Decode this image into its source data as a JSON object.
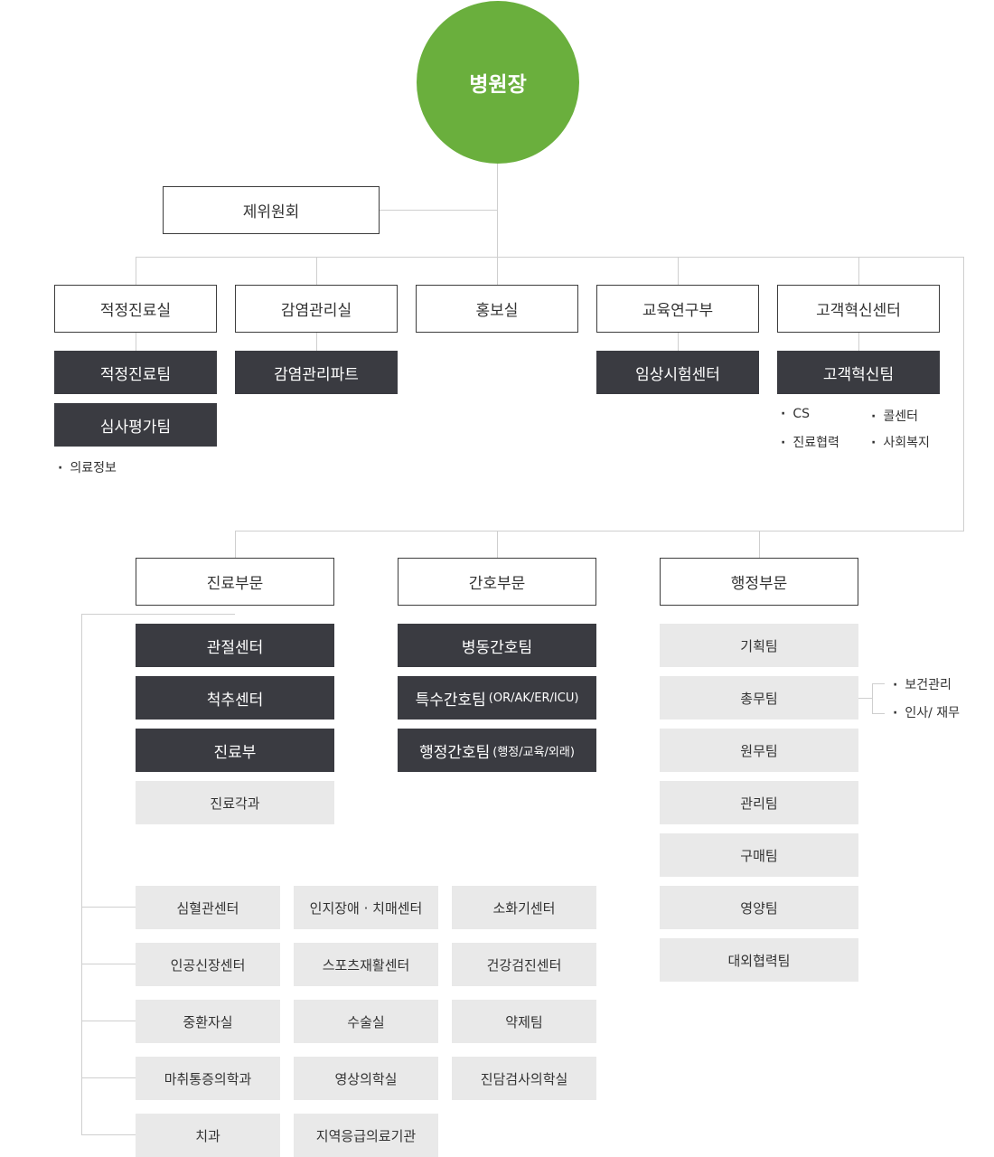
{
  "ceo": "병원장",
  "committee": "제위원회",
  "top_departments": [
    {
      "label": "적정진료실",
      "teams": [
        "적정진료팀",
        "심사평가팀"
      ],
      "notes": [
        "의료정보"
      ]
    },
    {
      "label": "감염관리실",
      "teams": [
        "감염관리파트"
      ]
    },
    {
      "label": "홍보실"
    },
    {
      "label": "교육연구부",
      "teams": [
        "임상시험센터"
      ]
    },
    {
      "label": "고객혁신센터",
      "teams": [
        "고객혁신팀"
      ],
      "notes": [
        "CS",
        "콜센터",
        "진료협력",
        "사회복지"
      ]
    }
  ],
  "divisions": [
    {
      "label": "진료부문",
      "teams": [
        "관절센터",
        "척추센터",
        "진료부"
      ],
      "sub": [
        "진료각과"
      ]
    },
    {
      "label": "간호부문",
      "teams": [
        {
          "label": "병동간호팀"
        },
        {
          "label": "특수간호팀",
          "detail": "(OR/AK/ER/ICU)"
        },
        {
          "label": "행정간호팀",
          "detail": "(행정/교육/외래)"
        }
      ]
    },
    {
      "label": "행정부문",
      "teams": [
        "기획팀",
        "총무팀",
        "원무팀",
        "관리팀",
        "구매팀",
        "영양팀",
        "대외협력팀"
      ],
      "general_affairs_notes": [
        "보건관리",
        "인사/ 재무"
      ]
    }
  ],
  "centers": [
    [
      "심혈관센터",
      "인지장애 · 치매센터",
      "소화기센터"
    ],
    [
      "인공신장센터",
      "스포츠재활센터",
      "건강검진센터"
    ],
    [
      "중환자실",
      "수술실",
      "약제팀"
    ],
    [
      "마취통증의학과",
      "영상의학실",
      "진담검사의학실"
    ],
    [
      "치과",
      "지역응급의료기관"
    ]
  ],
  "colors": {
    "ceo": "#6aaf3d",
    "dark_box": "#3a3b41",
    "light_box": "#e9e9e9",
    "line": "#cfcfcf"
  }
}
